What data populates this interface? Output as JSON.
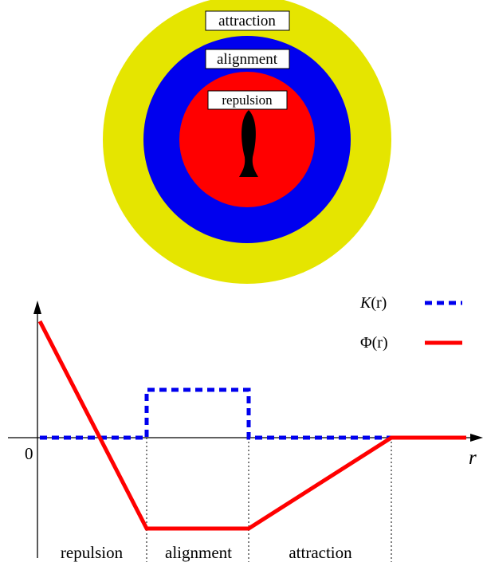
{
  "diagram": {
    "zones": {
      "attraction": {
        "label": "attraction",
        "color": "#e5e500"
      },
      "alignment": {
        "label": "alignment",
        "color": "#0000ee"
      },
      "repulsion": {
        "label": "repulsion",
        "color": "#ff0000"
      }
    },
    "fish_color": "#000000"
  },
  "plot": {
    "origin_label": "0",
    "x_axis_label": "r",
    "legend": {
      "K": {
        "name_prefix": "K",
        "name_suffix": "(r)",
        "color": "#0000ee",
        "style": "dashed"
      },
      "Phi": {
        "name_prefix": "Φ",
        "name_suffix": "(r)",
        "color": "#ff0000",
        "style": "solid"
      }
    },
    "region_labels": [
      "repulsion",
      "alignment",
      "attraction"
    ]
  }
}
